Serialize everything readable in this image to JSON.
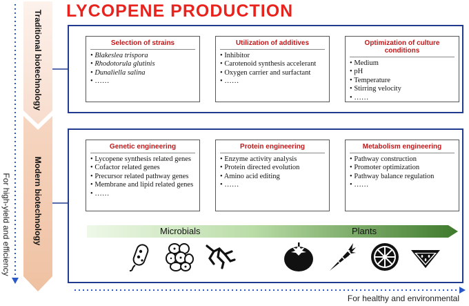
{
  "title": "LYCOPENE PRODUCTION",
  "vertical_axis_label": "For high-yield and efficiency",
  "horizontal_axis_label": "For healthy and environmental",
  "sections": [
    {
      "label": "Traditional biotechnology",
      "boxes": [
        {
          "heading": "Selection of strains",
          "items": [
            "Blakeslea trispora",
            "Rhodotorula glutinis",
            "Dunaliella salina",
            "……"
          ]
        },
        {
          "heading": "Utilization of additives",
          "items": [
            "Inhibitor",
            "Carotenoid synthesis accelerant",
            "Oxygen carrier and surfactant",
            "……"
          ]
        },
        {
          "heading": "Optimization of culture conditions",
          "items": [
            "Medium",
            "pH",
            "Temperature",
            "Stirring velocity",
            "……"
          ]
        }
      ]
    },
    {
      "label": "Modern biotechnology",
      "boxes": [
        {
          "heading": "Genetic engineering",
          "items": [
            "Lycopene synthesis related genes",
            "Cofactor related genes",
            "Precursor related pathway genes",
            "Membrane and lipid related genes",
            "……"
          ]
        },
        {
          "heading": "Protein engineering",
          "items": [
            "Enzyme activity analysis",
            "Protein directed evolution",
            "Amino acid editing",
            "……"
          ]
        },
        {
          "heading": "Metabolism engineering",
          "items": [
            "Pathway construction",
            "Promoter optimization",
            "Pathway balance regulation",
            "……"
          ]
        }
      ]
    }
  ],
  "hosts": {
    "microbials_label": "Microbials",
    "plants_label": "Plants",
    "icons": [
      "bacterium-icon",
      "yeast-cluster-icon",
      "filamentous-fungus-icon",
      "tomato-icon",
      "carrot-icon",
      "citrus-slice-icon",
      "watermelon-slice-icon"
    ]
  },
  "colors": {
    "title": "#e8231d",
    "panel_border": "#1f3a8f",
    "box_heading": "#c0181a",
    "chevron_top": "#fbe6dc",
    "chevron_bottom": "#f2c9ad",
    "arrow_start": "#e4f3dc",
    "arrow_end": "#3e7a2c"
  }
}
